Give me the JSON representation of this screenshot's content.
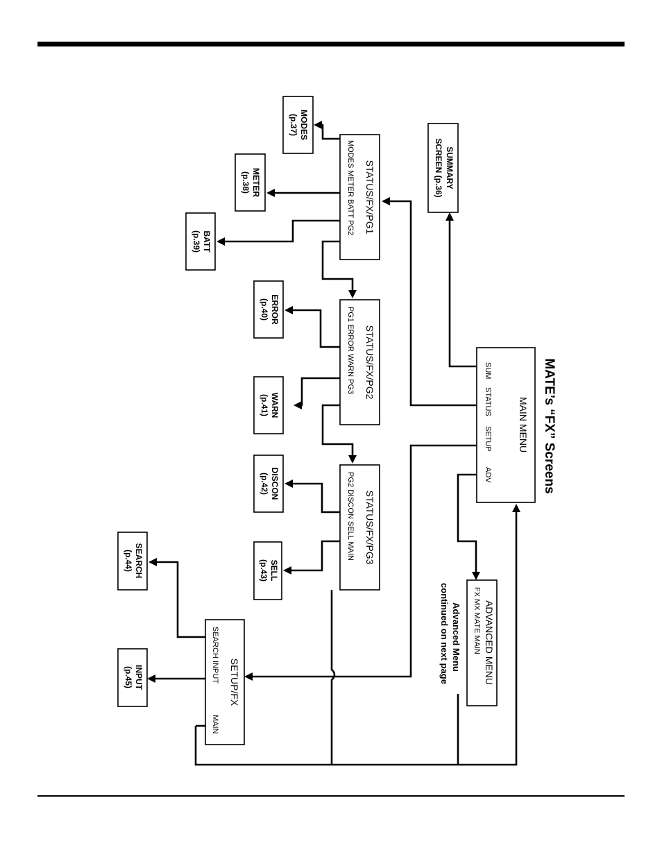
{
  "page_title": "MATE’s “FX” Screens",
  "main_menu": {
    "title": "MAIN MENU",
    "options": [
      "SUM",
      "STATUS",
      "SETUP",
      "ADV"
    ]
  },
  "summary": {
    "line1": "SUMMARY",
    "line2": "SCREEN (p.36)"
  },
  "pg1": {
    "title": "STATUS/FX/PG1",
    "options": "MODES METER BATT PG2"
  },
  "pg2": {
    "title": "STATUS/FX/PG2",
    "options": "PG1 ERROR  WARN PG3"
  },
  "pg3": {
    "title": "STATUS/FX/PG3",
    "options": "PG2  DISCON  SELL  MAIN"
  },
  "setup": {
    "title": "SETUP/FX",
    "opt1": "SEARCH  INPUT",
    "opt2": "MAIN"
  },
  "advanced": {
    "title": "ADVANCED MENU",
    "options": "FX    MX    MATE   MAIN"
  },
  "note": {
    "line1": "Advanced Menu",
    "line2": "continued on next page"
  },
  "leaves": {
    "modes": {
      "name": "MODES",
      "page": "(p.37)"
    },
    "meter": {
      "name": "METER",
      "page": "(p.38)"
    },
    "batt": {
      "name": "BATT",
      "page": "(p.39)"
    },
    "error": {
      "name": "ERROR",
      "page": "(p.40)"
    },
    "warn": {
      "name": "WARN",
      "page": "(p.41)"
    },
    "discon": {
      "name": "DISCON",
      "page": "(p.42)"
    },
    "sell": {
      "name": "SELL",
      "page": "(p.43)"
    },
    "search": {
      "name": "SEARCH",
      "page": "(p.44)"
    },
    "input": {
      "name": "INPUT",
      "page": "(p.45)"
    }
  }
}
